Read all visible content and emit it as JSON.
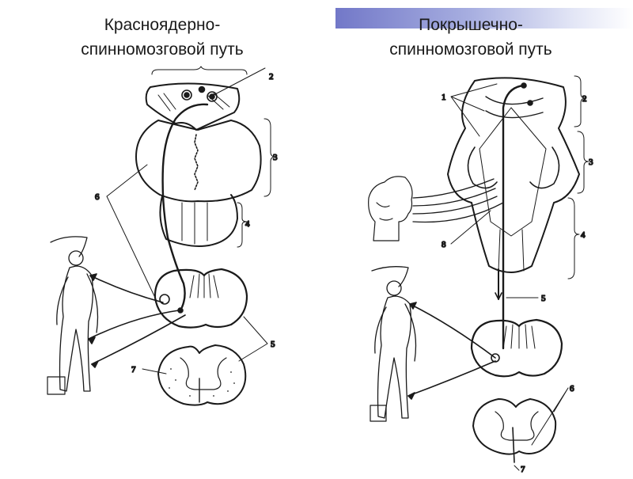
{
  "titles": {
    "left": [
      "Красноядерно-",
      "спинномозговой путь"
    ],
    "right": [
      "Покрышечно-",
      "спинномозговой путь"
    ]
  },
  "left_labels": {
    "l2": "2",
    "l3": "3",
    "l4": "4",
    "l5": "5",
    "l6": "6",
    "l7": "7"
  },
  "right_labels": {
    "r1": "1",
    "r2": "2",
    "r3": "3",
    "r4": "4",
    "r5": "5",
    "r6": "6",
    "r7": "7",
    "r8": "8"
  }
}
